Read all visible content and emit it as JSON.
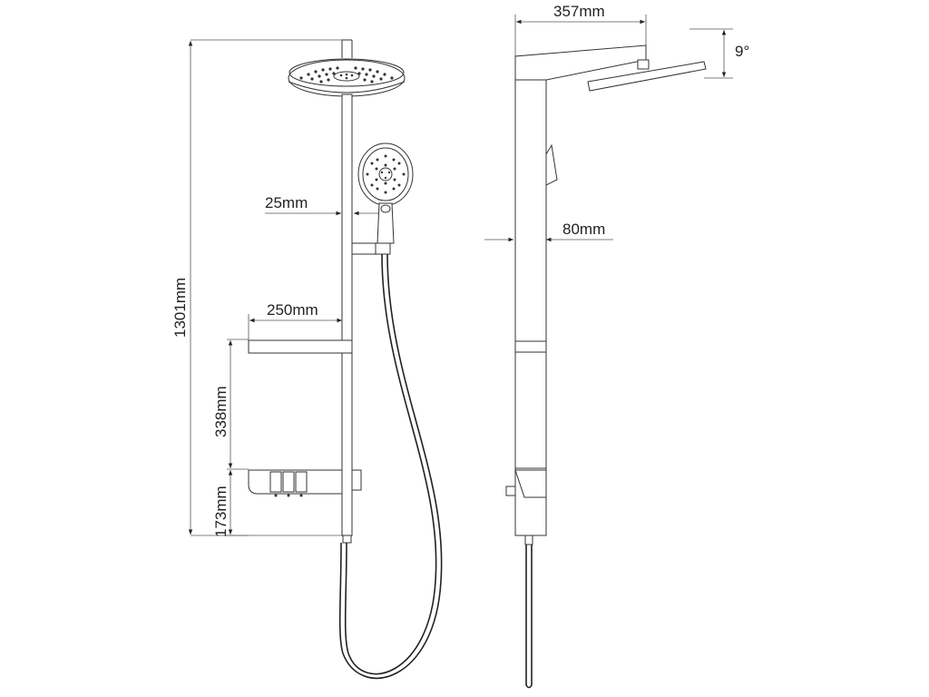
{
  "dimensions": {
    "total_height": "1301mm",
    "shelf_spacing": "338mm",
    "bottom_height": "173mm",
    "shelf_width": "250mm",
    "rail_offset": "25mm",
    "head_projection": "357mm",
    "head_angle": "9°",
    "column_depth": "80mm"
  },
  "colors": {
    "line": "#333333",
    "background": "#ffffff"
  }
}
